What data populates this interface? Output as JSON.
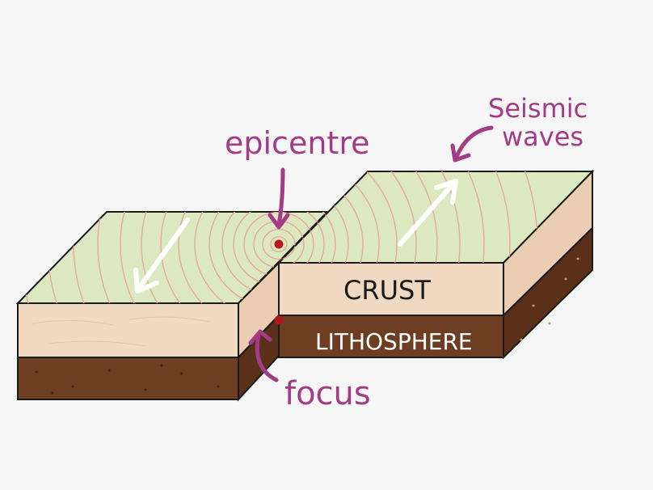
{
  "labels": {
    "epicentre": "epicentre",
    "seismic_line1": "Seismic",
    "seismic_line2": "waves",
    "crust": "CRUST",
    "lithosphere": "LITHOSPHERE",
    "focus": "focus"
  },
  "colors": {
    "background": "#f6f6f6",
    "surface": "#dbe8c0",
    "crust": "#f1d8c2",
    "lithosphere": "#6e3e22",
    "waves": "#e7a79a",
    "annotation": "#a23c86",
    "point": "#c1121f",
    "outline": "#1a1a1a",
    "arrow": "#ffffff"
  }
}
